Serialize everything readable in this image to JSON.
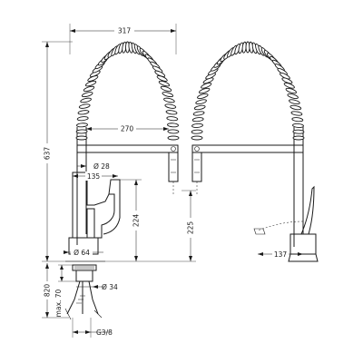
{
  "dimensions": {
    "total_width": "317",
    "arc_span": "270",
    "spray_diameter": "Ø 28",
    "spout_offset": "135",
    "total_height": "637",
    "lever_height": "224",
    "spray_height": "225",
    "base_diameter": "Ø 64",
    "spray_reach": "137",
    "max_height": "820",
    "max_deck": "max. 70",
    "shank_diameter": "Ø 34",
    "connection": "G3/8"
  },
  "colors": {
    "line": "#1a1a1a",
    "background": "#ffffff"
  }
}
